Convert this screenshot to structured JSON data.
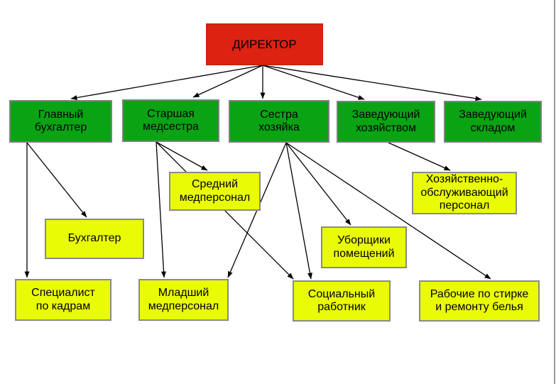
{
  "diagram": {
    "type": "org-chart",
    "background": "#ffffff",
    "colors": {
      "level1_fill": "#dd2211",
      "level2_fill": "#0aa314",
      "level3_fill": "#eafb06",
      "box_border_gray": "#808080",
      "arrow": "#000000",
      "page_edge_line": "#9b9b9b"
    },
    "nodes": {
      "director": {
        "label": "ДИРЕКТОР",
        "level": 1
      },
      "glavbuh": {
        "label": "Главный\nбухгалтер",
        "level": 2
      },
      "starshaya": {
        "label": "Старшая\nмедсестра",
        "level": 2
      },
      "sestra": {
        "label": "Сестра\nхозяйка",
        "level": 2
      },
      "zavhoz": {
        "label": "Заведующий\nхозяйством",
        "level": 2
      },
      "zavsklad": {
        "label": "Заведующий\nскладом",
        "level": 2
      },
      "sredniy": {
        "label": "Средний\nмедперсонал",
        "level": 3
      },
      "hozpersonal": {
        "label": "Хозяйственно-\nобслуживающий\nперсонал",
        "level": 3
      },
      "buhgalter": {
        "label": "Бухгалтер",
        "level": 3
      },
      "uborshiki": {
        "label": "Уборщики\nпомещений",
        "level": 3
      },
      "spec": {
        "label": "Специалист\nпо кадрам",
        "level": 3
      },
      "mladshiy": {
        "label": "Младший\nмедперсонал",
        "level": 3
      },
      "social": {
        "label": "Социальный\nработник",
        "level": 3
      },
      "rabochie": {
        "label": "Рабочие по стирке\nи ремонту белья",
        "level": 3
      }
    },
    "edges": [
      {
        "from": "director",
        "to": "glavbuh"
      },
      {
        "from": "director",
        "to": "starshaya"
      },
      {
        "from": "director",
        "to": "sestra"
      },
      {
        "from": "director",
        "to": "zavhoz"
      },
      {
        "from": "director",
        "to": "zavsklad"
      },
      {
        "from": "glavbuh",
        "to": "spec"
      },
      {
        "from": "glavbuh",
        "to": "buhgalter"
      },
      {
        "from": "starshaya",
        "to": "mladshiy"
      },
      {
        "from": "starshaya",
        "to": "sredniy"
      },
      {
        "from": "starshaya",
        "to": "social"
      },
      {
        "from": "sestra",
        "to": "mladshiy"
      },
      {
        "from": "sestra",
        "to": "social"
      },
      {
        "from": "sestra",
        "to": "uborshiki"
      },
      {
        "from": "sestra",
        "to": "rabochie"
      },
      {
        "from": "zavhoz",
        "to": "hozpersonal"
      }
    ]
  }
}
